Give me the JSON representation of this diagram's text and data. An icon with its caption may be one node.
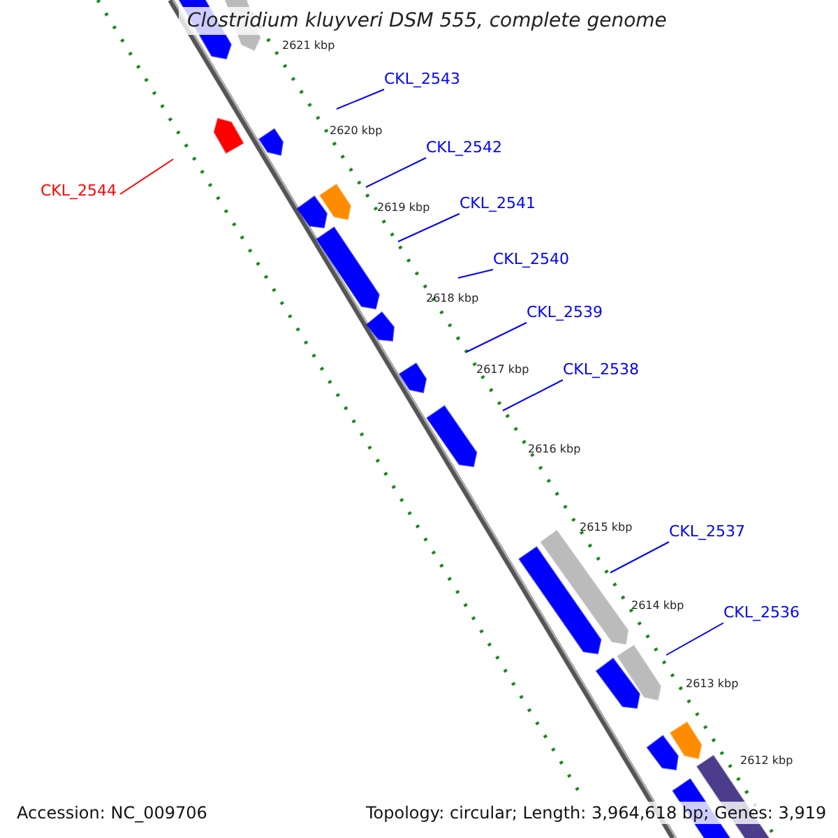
{
  "diagram": {
    "title": "Clostridium kluyveri DSM 555, complete genome",
    "nodes": [
      {
        "text": [
          "CKL_2543"
        ]
      },
      {
        "text": [
          "CKL_2542"
        ]
      },
      {
        "text": [
          "CKL_2544"
        ]
      },
      {
        "text": [
          "CKL_2541"
        ]
      },
      {
        "text": [
          "CKL_2540"
        ]
      },
      {
        "text": [
          "CKL_2539"
        ]
      },
      {
        "text": [
          "CKL_2538"
        ]
      },
      {
        "text": [
          "CKL_2537"
        ]
      },
      {
        "text": [
          "CKL_2536"
        ]
      }
    ],
    "edges": [
      {
        "from": 0,
        "to": null,
        "arrow": "none"
      },
      {
        "from": 1,
        "to": null,
        "arrow": "none"
      },
      {
        "from": 2,
        "to": null,
        "arrow": "none",
        "color": "#ff0000"
      },
      {
        "from": 3,
        "to": null,
        "arrow": "none"
      },
      {
        "from": 4,
        "to": null,
        "arrow": "none"
      },
      {
        "from": 5,
        "to": null,
        "arrow": "none"
      },
      {
        "from": 6,
        "to": null,
        "arrow": "none"
      },
      {
        "from": 7,
        "to": null,
        "arrow": "none"
      },
      {
        "from": 8,
        "to": null,
        "arrow": "none"
      }
    ],
    "labels": [
      "2621 kbp",
      "2620 kbp",
      "2619 kbp",
      "2618 kbp",
      "2617 kbp",
      "2616 kbp",
      "2615 kbp",
      "2614 kbp",
      "2613 kbp",
      "2612 kbp",
      "Accession: NC_009706",
      "Topology: circular; Length: 3,964,618 bp; Genes: 3,919"
    ]
  }
}
